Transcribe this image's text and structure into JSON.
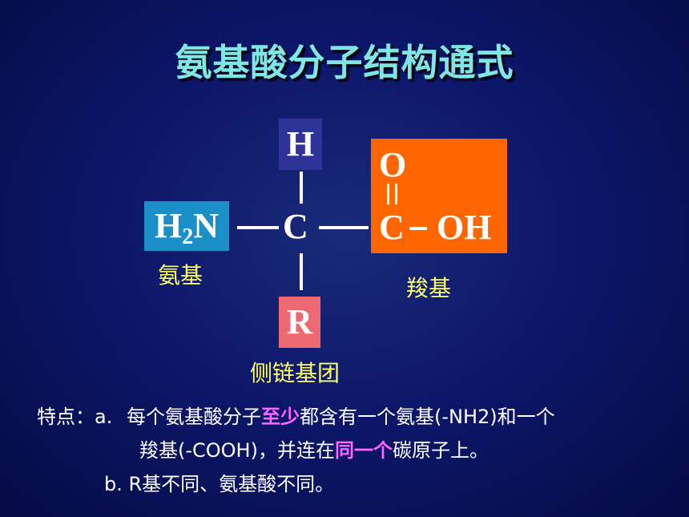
{
  "title": "氨基酸分子结构通式",
  "diagram": {
    "h_label": "H",
    "r_label": "R",
    "c_center": "C",
    "nh2_h": "H",
    "nh2_sub": "2",
    "nh2_n": "N",
    "cooh_o": "O",
    "cooh_c": "C",
    "cooh_oh": "OH"
  },
  "labels": {
    "amino": "氨基",
    "carboxyl": "羧基",
    "side_chain": "侧链基团"
  },
  "notes": {
    "prefix": "特点：a.",
    "line1_a": "每个氨基酸分子",
    "line1_hl": "至少",
    "line1_b": "都含有一个氨基(-NH2)和一个",
    "line2_a": "羧基(-COOH)，并连在",
    "line2_hl": "同一个",
    "line2_b": "碳原子上。",
    "line3": "b.  R基不同、氨基酸不同。"
  },
  "colors": {
    "background": "#0d176a",
    "title": "#7fe5e5",
    "h_box": "#2e3497",
    "r_box": "#ee6a72",
    "nh2_box": "#1a8fc8",
    "cooh_box": "#ff6600",
    "labels": "#ffff66",
    "highlight": "#ff66ff"
  }
}
